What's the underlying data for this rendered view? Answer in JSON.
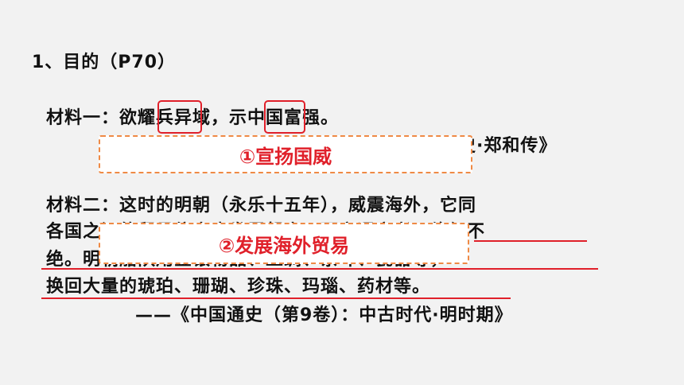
{
  "heading": "1、目的（P70）",
  "material1": {
    "text": "材料一：欲耀兵异域，示中国富强。",
    "source": "《明史·郑和传》"
  },
  "answer1": "①宣扬国威",
  "material2": {
    "line1": "材料二：这时的明朝（永乐十五年），威震海外，它同",
    "line2": "各国之间的贸易往来也发展起来，而交通商者，络绎不",
    "line3": "绝。明朝船队用金银物品、丝绸、茶叶、瓷器等，",
    "line4": "换回大量的琥珀、珊瑚、珍珠、玛瑙、药材等。",
    "source": "——《中国通史（第9卷）：中古时代·明时期》"
  },
  "answer2": "②发展海外贸易",
  "colors": {
    "accent": "#e0202a",
    "dashed_border": "#ef8a45",
    "background": "#f2f2f2"
  }
}
